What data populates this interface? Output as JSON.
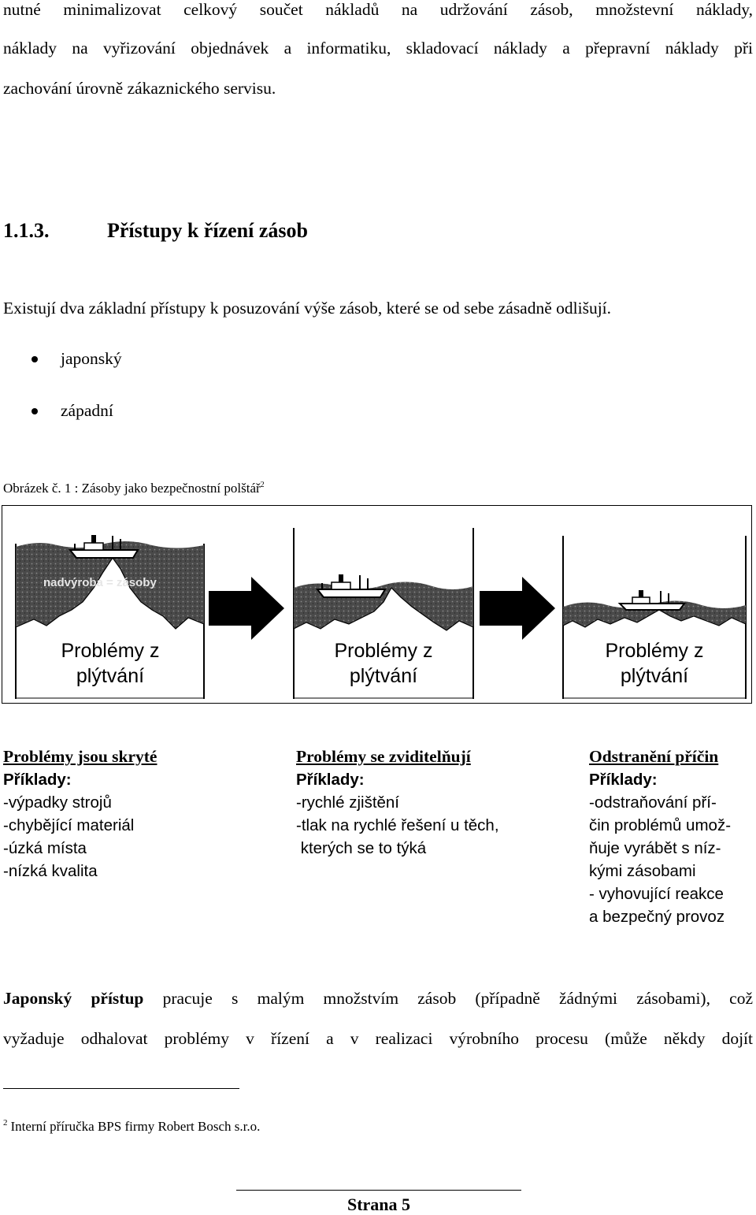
{
  "intro": {
    "line1": "nutné minimalizovat celkový součet nákladů na udržování zásob, množstevní náklady,",
    "line2": "náklady na vyřizování objednávek a informatiku, skladovací náklady a přepravní náklady při",
    "line3": "zachování úrovně zákaznického servisu."
  },
  "section": {
    "number": "1.1.3.",
    "title": "Přístupy k řízení zásob"
  },
  "approaches": {
    "lead": "Existují dva základní přístupy k posuzování výše zásob, které se od sebe zásadně odlišují.",
    "items": [
      "japonský",
      "západní"
    ]
  },
  "figure": {
    "caption": "Obrázek č. 1 : Zásoby jako bezpečnostní polštář",
    "caption_ref": "2",
    "panel_label": "nadvýroba = zásoby",
    "rock_label_1": "Problémy z",
    "rock_label_2": "plýtvání"
  },
  "columns": [
    {
      "heading": "Problémy jsou skryté",
      "sub": "Příklady:",
      "lines": [
        "-výpadky strojů",
        "-chybějící materiál",
        "-úzká místa",
        "-nízká kvalita"
      ]
    },
    {
      "heading": "Problémy se zviditelňují",
      "sub": "Příklady:",
      "lines": [
        "-rychlé zjištění",
        "-tlak na rychlé řešení u těch,",
        " kterých se to týká"
      ]
    },
    {
      "heading": "Odstranění příčin",
      "sub": "Příklady:",
      "lines": [
        "-odstraňování pří-",
        "čin problémů umož-",
        "ňuje vyrábět s níz-",
        "kými zásobami",
        "- vyhovující reakce",
        "a bezpečný provoz"
      ]
    }
  ],
  "japanese": {
    "bold": "Japonský přístup",
    "line1_rest": "pracuje s malým množstvím zásob (případně žádnými zásobami), což",
    "line2": "vyžaduje odhalovat problémy v řízení a v realizaci výrobního procesu (může někdy dojít"
  },
  "footnote": {
    "ref": "2",
    "text": "Interní příručka BPS firmy Robert Bosch s.r.o."
  },
  "page": {
    "label": "Strana 5"
  }
}
